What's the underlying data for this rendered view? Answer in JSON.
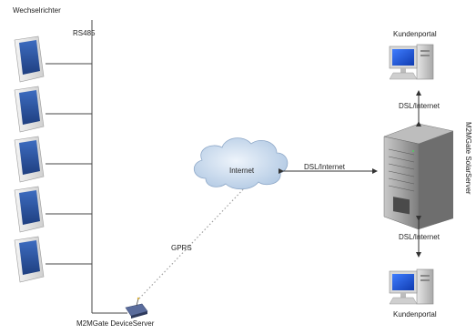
{
  "labels": {
    "inverters": "Wechselrichter",
    "bus": "RS485",
    "device_server": "M2MGate DeviceServer",
    "gprs": "GPRS",
    "internet": "Internet",
    "dsl_center": "DSL/Internet",
    "dsl_top": "DSL/Internet",
    "dsl_bottom": "DSL/Internet",
    "portal_top": "Kundenportal",
    "portal_bottom": "Kundenportal",
    "solar_server": "M2MGate SolarServer"
  },
  "components": {
    "inverters": [
      "inverter",
      "inverter",
      "inverter",
      "inverter",
      "inverter"
    ],
    "cloud": "cloud-icon",
    "server": "server-tower-icon",
    "portals": [
      "desktop-computer-icon",
      "desktop-computer-icon"
    ],
    "gateway": "gateway-modem-icon"
  },
  "colors": {
    "inverter_panel": "#2f5aa8",
    "inverter_body": "#e8e8e8",
    "cloud": "#c9dbee",
    "monitor_screen": "#1c4fd6",
    "server_body": "#9a9a9a",
    "gprs_dots": "#999999"
  }
}
